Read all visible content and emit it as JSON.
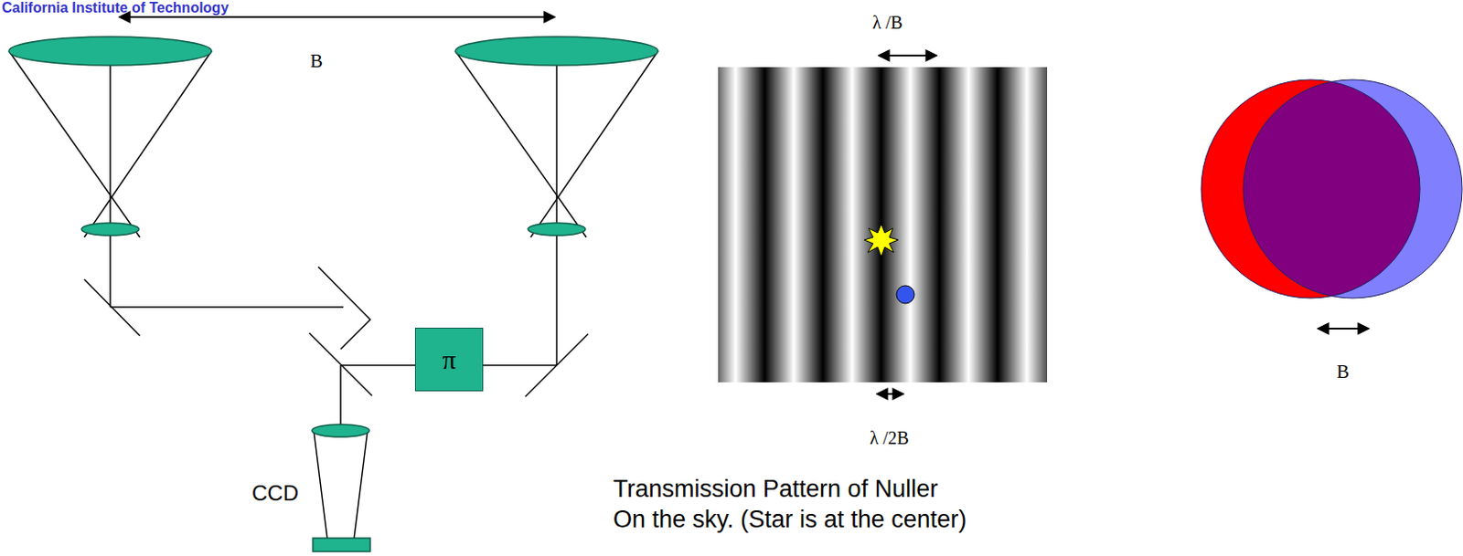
{
  "diagram": {
    "nodes": [
      {
        "text": [
          "π"
        ]
      }
    ],
    "labels": [
      "California Institute of Technology",
      "B",
      "λ /B",
      "λ /2B",
      "Transmission Pattern of Nuller On the sky. (Star is at the center)",
      "CCD",
      "B"
    ]
  }
}
